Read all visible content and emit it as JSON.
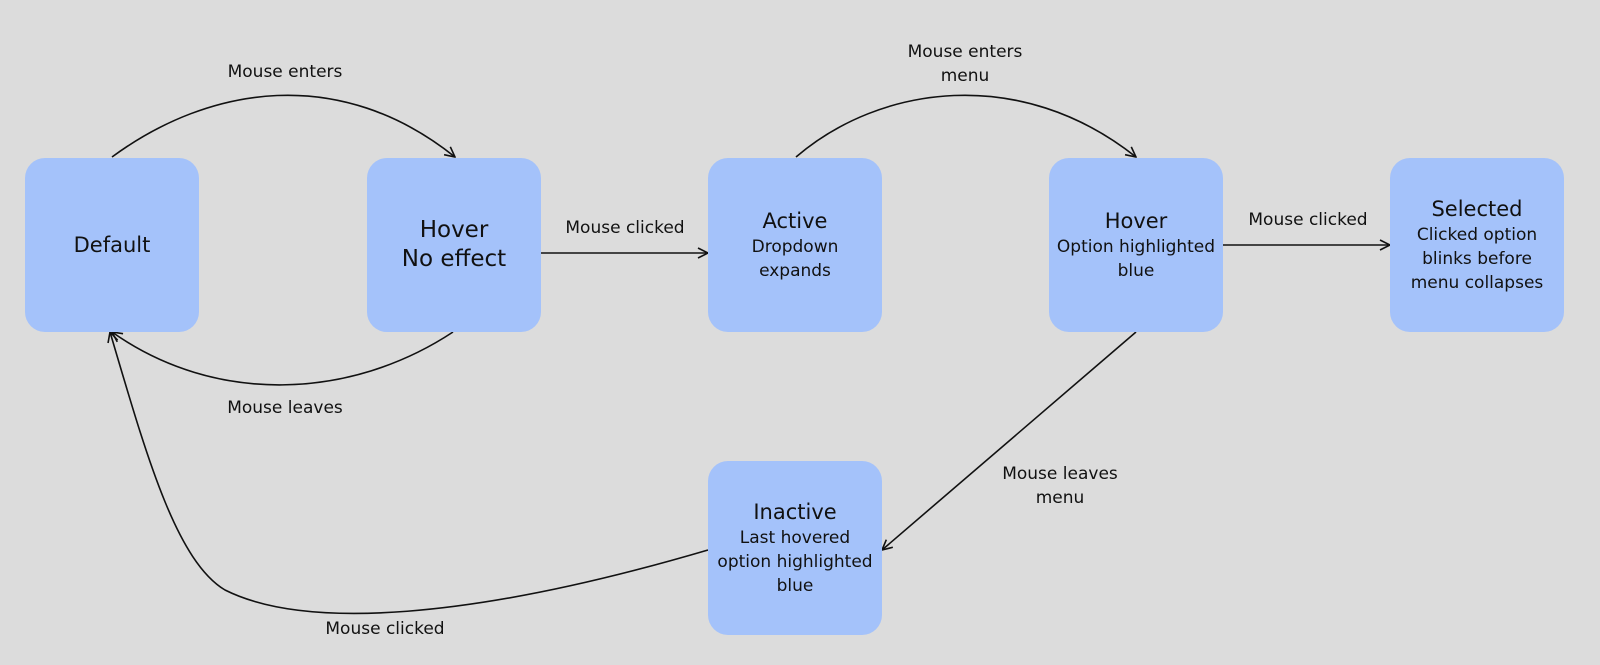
{
  "colors": {
    "background": "#dcdcdc",
    "node_fill": "#a4c2fa",
    "edge_stroke": "#111111"
  },
  "nodes": {
    "default": {
      "title": "Default"
    },
    "hover_no_effect": {
      "title": "Hover",
      "desc": "No effect"
    },
    "active": {
      "title": "Active",
      "desc": "Dropdown expands"
    },
    "hover_option": {
      "title": "Hover",
      "desc": "Option highlighted blue"
    },
    "selected": {
      "title": "Selected",
      "desc": "Clicked option blinks before menu collapses"
    },
    "inactive": {
      "title": "Inactive",
      "desc": "Last hovered option highlighted blue"
    }
  },
  "edges": {
    "default_to_hover": {
      "label": "Mouse enters"
    },
    "hover_to_default": {
      "label": "Mouse leaves"
    },
    "hover_to_active": {
      "label": "Mouse clicked"
    },
    "active_to_hover_option": {
      "label": "Mouse enters menu"
    },
    "hover_option_to_selected": {
      "label": "Mouse clicked"
    },
    "hover_option_to_inactive": {
      "label": "Mouse leaves menu"
    },
    "inactive_to_default": {
      "label": "Mouse clicked"
    }
  }
}
